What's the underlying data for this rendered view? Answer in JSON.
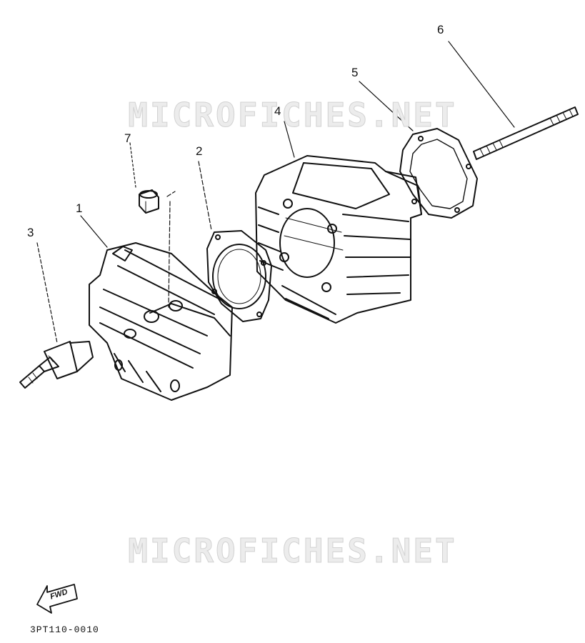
{
  "watermarks": [
    "MICROFICHES.NET",
    "MICROFICHES.NET"
  ],
  "callouts": [
    {
      "num": "1",
      "part": "cylinder-head"
    },
    {
      "num": "2",
      "part": "head-gasket"
    },
    {
      "num": "3",
      "part": "spark-plug"
    },
    {
      "num": "4",
      "part": "cylinder"
    },
    {
      "num": "5",
      "part": "base-gasket"
    },
    {
      "num": "6",
      "part": "stud-bolt"
    },
    {
      "num": "7",
      "part": "nut"
    }
  ],
  "fwd_label": "FWD",
  "figure_code": "3PT110-0010"
}
